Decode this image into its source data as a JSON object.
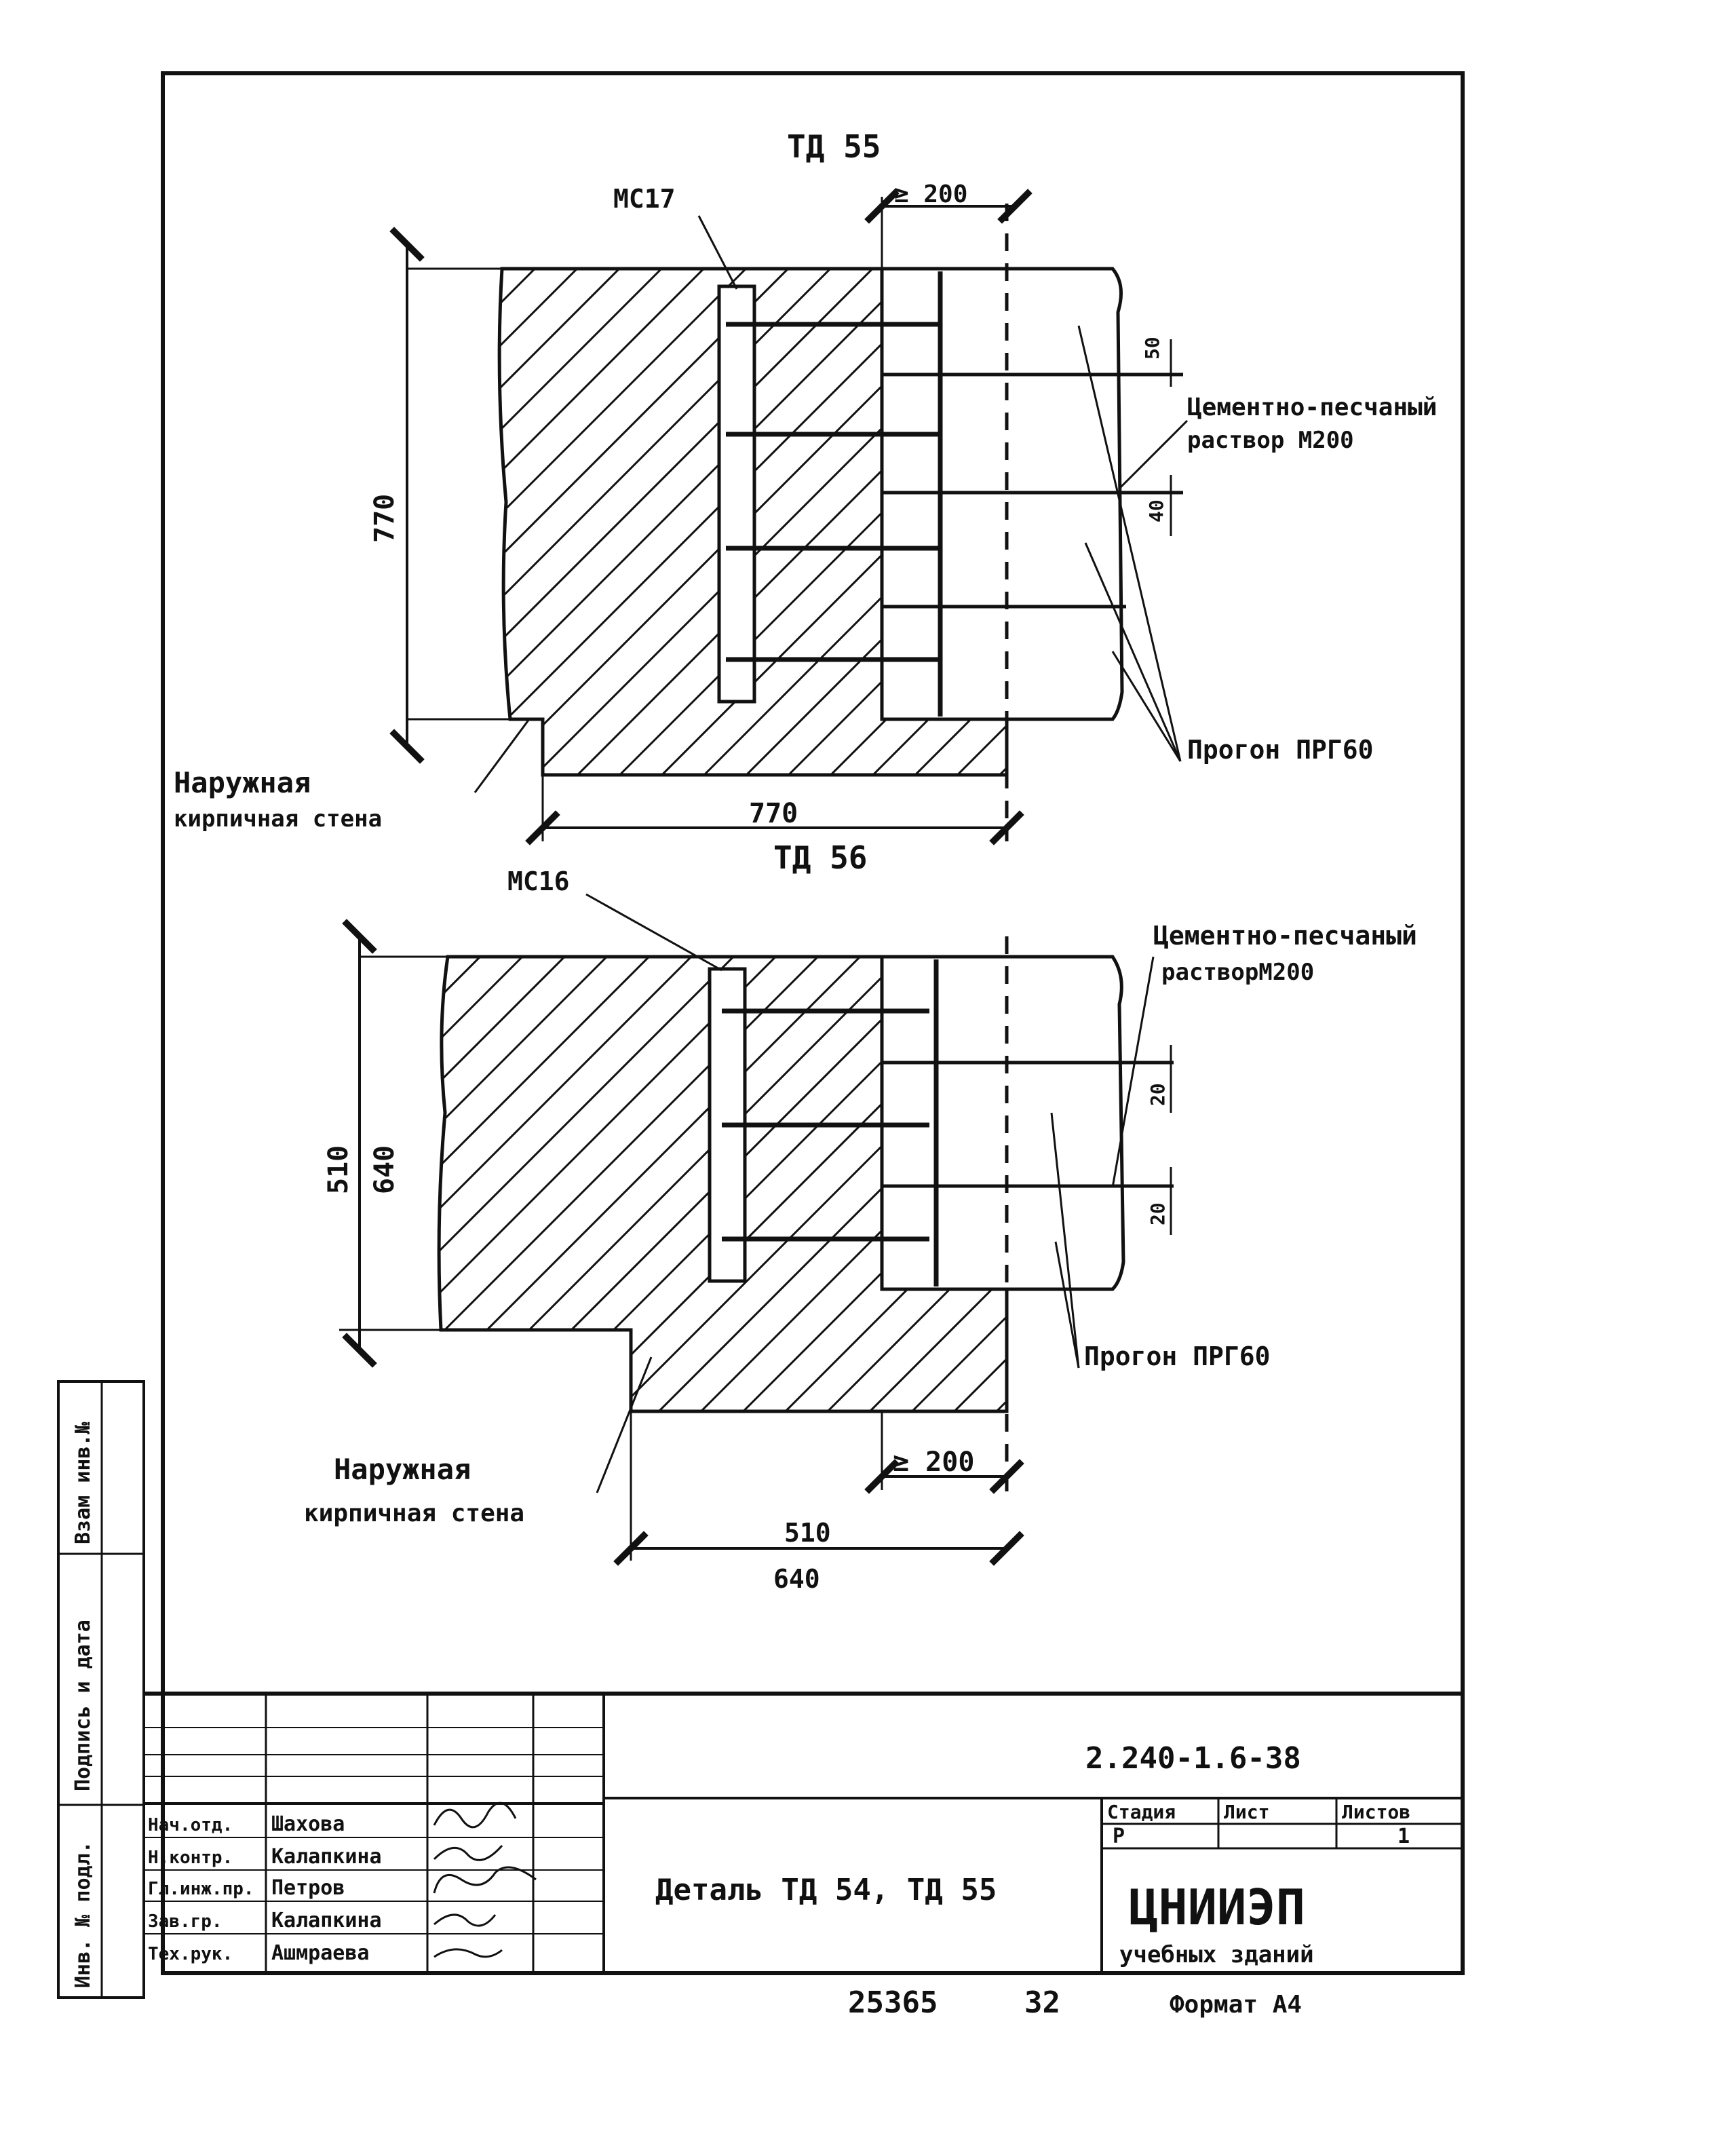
{
  "detail_top": {
    "title": "ТД 55",
    "mark": "МС17",
    "dim_min": "≥ 200",
    "dim_height": "770",
    "dim_width": "770",
    "dim_gap_50": "50",
    "dim_gap_40": "40",
    "mortar_line1": "Цементно-песчаный",
    "mortar_line2": "раствор М200",
    "beam": "Прогон ПРГ60",
    "wall_line1": "Наружная",
    "wall_line2": "кирпичная стена"
  },
  "detail_bottom": {
    "title": "ТД 56",
    "mark": "МС16",
    "dim_h1": "510",
    "dim_h2": "640",
    "dim_min": "≥ 200",
    "dim_w1": "510",
    "dim_w2": "640",
    "dim_gap_a": "20",
    "dim_gap_b": "20",
    "mortar_line1": "Цементно-песчаный",
    "mortar_line2": "растворМ200",
    "beam": "Прогон ПРГ60",
    "wall_line1": "Наружная",
    "wall_line2": "кирпичная стена"
  },
  "side_stamp": {
    "col1": "Инв. № подл.",
    "col2": "Подпись и дата",
    "col3": "Взам инв.№"
  },
  "title_block": {
    "doc_code": "2.240-1.6-38",
    "title": "Деталь ТД 54, ТД 55",
    "roles": [
      "Нач.отд.",
      "Н.контр.",
      "Гл.инж.пр.",
      "Зав.гр.",
      "Тех.рук."
    ],
    "names": [
      "Шахова",
      "Калапкина",
      "Петров",
      "Калапкина",
      "Ашмраева"
    ],
    "stage_label": "Стадия",
    "sheet_label": "Лист",
    "sheets_label": "Листов",
    "stage": "Р",
    "sheets": "1",
    "org_name": "ЦНИИЭП",
    "org_sub": "учебных зданий",
    "format": "Формат А4",
    "archive_no": "25365",
    "archive_page": "32"
  }
}
